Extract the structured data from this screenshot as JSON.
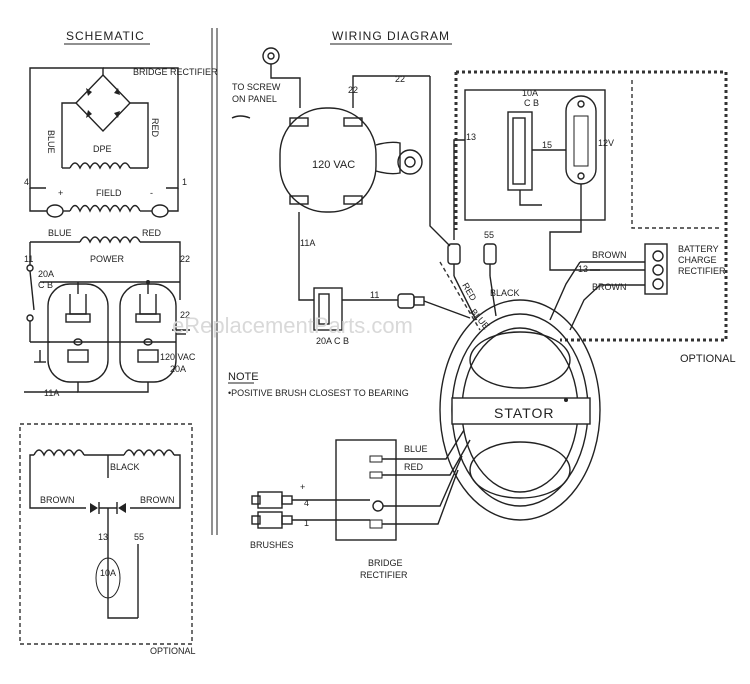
{
  "schematic": {
    "title": "SCHEMATIC",
    "bridge_rectifier": "BRIDGE RECTIFIER",
    "blue_left": "BLUE",
    "red_right": "RED",
    "dpe": "DPE",
    "field": "FIELD",
    "plus": "+",
    "minus": "-",
    "n4": "4",
    "n1": "1",
    "blue_wire": "BLUE",
    "red_wire": "RED",
    "power": "POWER",
    "n11": "11",
    "n22": "22",
    "n22b": "22",
    "breaker_a": "20A",
    "breaker_b": "C B",
    "outlet_a": "120 VAC",
    "outlet_b": "20A",
    "n11a": "11A"
  },
  "optional_box": {
    "black": "BLACK",
    "brown_left": "BROWN",
    "brown_right": "BROWN",
    "n13": "13",
    "n55": "55",
    "breaker": "10A",
    "label": "OPTIONAL"
  },
  "wiring": {
    "title": "WIRING DIAGRAM",
    "to_screw_a": "TO SCREW",
    "to_screw_b": "ON PANEL",
    "n22a": "22",
    "n22b": "22",
    "outlet": "120 VAC",
    "n11a": "11A",
    "n11": "11",
    "breaker20": "20A C B",
    "cb10a": "10A",
    "cb10b": "C B",
    "n13": "13",
    "n15": "15",
    "v12": "12V",
    "n55": "55",
    "red": "RED",
    "black": "BLACK",
    "blue_diag": "BLUE",
    "brown1": "BROWN",
    "brown2": "BROWN",
    "n13b": "13",
    "bcr_a": "BATTERY",
    "bcr_b": "CHARGE",
    "bcr_c": "RECTIFIER",
    "optional": "OPTIONAL",
    "note_title": "NOTE",
    "note_text": "•POSITIVE BRUSH CLOSEST TO BEARING",
    "stator": "STATOR",
    "blue": "BLUE",
    "red2": "RED",
    "plus": "+",
    "n4": "4",
    "n1": "1",
    "brushes": "BRUSHES",
    "bridge_a": "BRIDGE",
    "bridge_b": "RECTIFIER"
  },
  "watermark": "eReplacementParts.com"
}
